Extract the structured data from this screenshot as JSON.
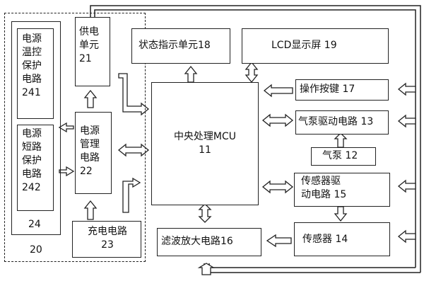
{
  "diagram": {
    "blocks": {
      "power_temp": {
        "text": "电源\n温控\n保护\n电路\n241"
      },
      "power_short": {
        "text": "电源\n短路\n保护\n电路\n242"
      },
      "protect_group": {
        "text": "24"
      },
      "power_system": {
        "text": "20"
      },
      "power_supply": {
        "text": "供电\n单元\n21"
      },
      "power_mgmt": {
        "text": "电源\n管理\n电路\n22"
      },
      "charge": {
        "text": "充电电路\n23"
      },
      "status": {
        "text": "状态指示单元18"
      },
      "lcd": {
        "text": "LCD显示屏 19"
      },
      "mcu": {
        "text": "中央处理MCU\n11"
      },
      "keys": {
        "text": "操作按键 17"
      },
      "pump_drive": {
        "text": "气泵驱动电路 13"
      },
      "pump": {
        "text": "气泵 12"
      },
      "sensor_drive": {
        "text": "传感器驱\n动电路  15"
      },
      "sensor": {
        "text": "传感器 14"
      },
      "filter": {
        "text": "滤波放大电路16"
      }
    }
  }
}
